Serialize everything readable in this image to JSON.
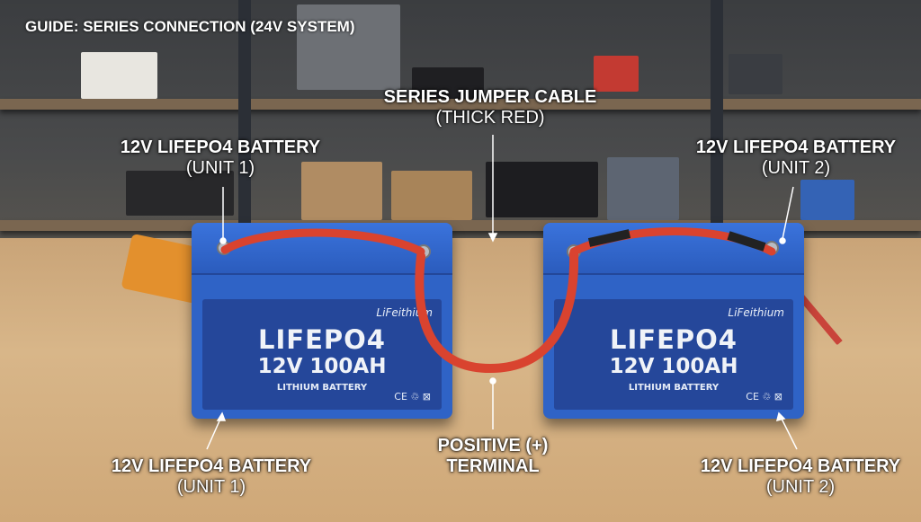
{
  "guide_title": "GUIDE: SERIES CONNECTION (24V SYSTEM)",
  "annotations": {
    "battery1_top": {
      "title": "12V LIFEPO4 BATTERY",
      "sub": "(UNIT 1)"
    },
    "battery2_top": {
      "title": "12V LIFEPO4 BATTERY",
      "sub": "(UNIT 2)"
    },
    "jumper": {
      "title": "SERIES JUMPER CABLE",
      "sub": "(THICK RED)"
    },
    "positive": {
      "title": "POSITIVE (+)",
      "sub": "TERMINAL"
    },
    "battery1_bottom": {
      "title": "12V LIFEPO4 BATTERY",
      "sub": "(UNIT 1)"
    },
    "battery2_bottom": {
      "title": "12V LIFEPO4 BATTERY",
      "sub": "(UNIT 2)"
    }
  },
  "batteries": [
    {
      "brand": "LiFeithium",
      "model": "LIFEPO4",
      "rating": "12V 100AH",
      "type": "LITHIUM BATTERY",
      "marks": "CE ♲ ⊠"
    },
    {
      "brand": "LiFeithium",
      "model": "LIFEPO4",
      "rating": "12V 100AH",
      "type": "LITHIUM BATTERY",
      "marks": "CE ♲ ⊠"
    }
  ],
  "colors": {
    "battery": "#2f63c6",
    "cable": "#d9432f",
    "table": "#d8b689"
  }
}
